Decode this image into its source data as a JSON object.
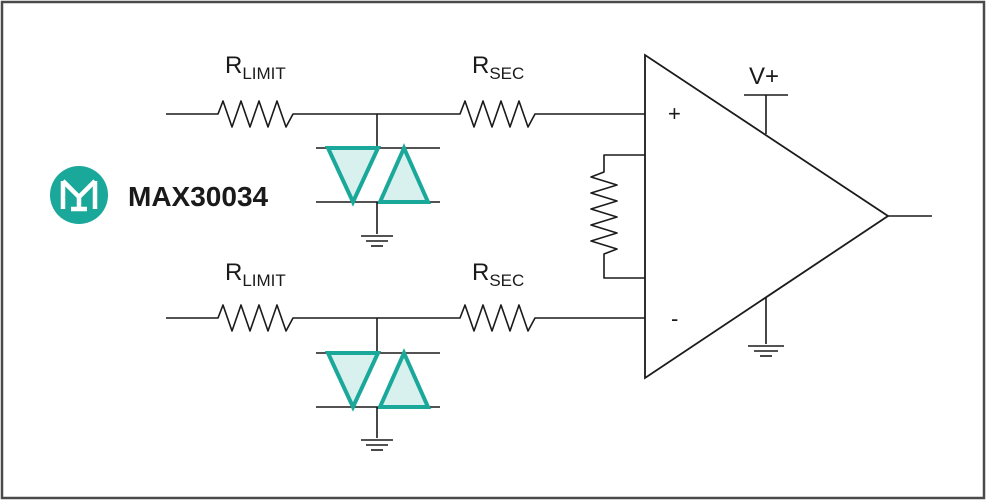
{
  "diagram": {
    "labels": {
      "r_limit_main": "R",
      "r_limit_sub": "LIMIT",
      "r_sec_main": "R",
      "r_sec_sub": "SEC",
      "v_plus": "V+",
      "plus": "+",
      "minus": "-"
    },
    "brand": {
      "name": "MAX30034",
      "logo_glyph": "MI"
    },
    "colors": {
      "line": "#1a1a1a",
      "accent": "#1aa89a",
      "accent_fill": "#d8f1ee",
      "border": "#4a4a4a"
    }
  }
}
